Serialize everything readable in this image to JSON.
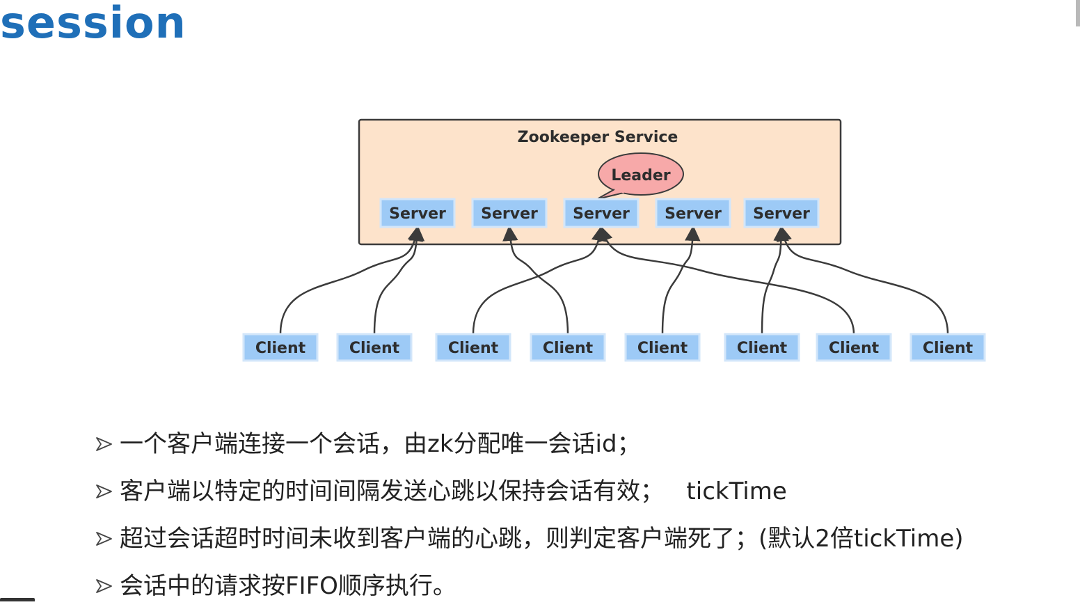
{
  "slide": {
    "title": "session"
  },
  "diagram": {
    "service_title": "Zookeeper Service",
    "leader_label": "Leader",
    "servers": [
      "Server",
      "Server",
      "Server",
      "Server",
      "Server"
    ],
    "clients": [
      "Client",
      "Client",
      "Client",
      "Client",
      "Client",
      "Client",
      "Client",
      "Client"
    ],
    "connections": [
      {
        "client": 0,
        "server": 0
      },
      {
        "client": 1,
        "server": 0
      },
      {
        "client": 2,
        "server": 2
      },
      {
        "client": 3,
        "server": 1
      },
      {
        "client": 4,
        "server": 3
      },
      {
        "client": 5,
        "server": 4
      },
      {
        "client": 6,
        "server": 2
      },
      {
        "client": 7,
        "server": 4
      }
    ],
    "colors": {
      "service_fill": "#fde3cb",
      "service_border": "#3b3b3b",
      "node_fill": "#9dcaf6",
      "node_border": "#d2e6fa",
      "leader_fill": "#f7a9a9",
      "line": "#3b3b3b"
    }
  },
  "bullets": [
    "一个客户端连接一个会话，由zk分配唯一会话id；",
    "客户端以特定的时间间隔发送心跳以保持会话有效；   tickTime",
    "超过会话超时时间未收到客户端的心跳，则判定客户端死了；(默认2倍tickTime)",
    "会话中的请求按FIFO顺序执行。"
  ]
}
